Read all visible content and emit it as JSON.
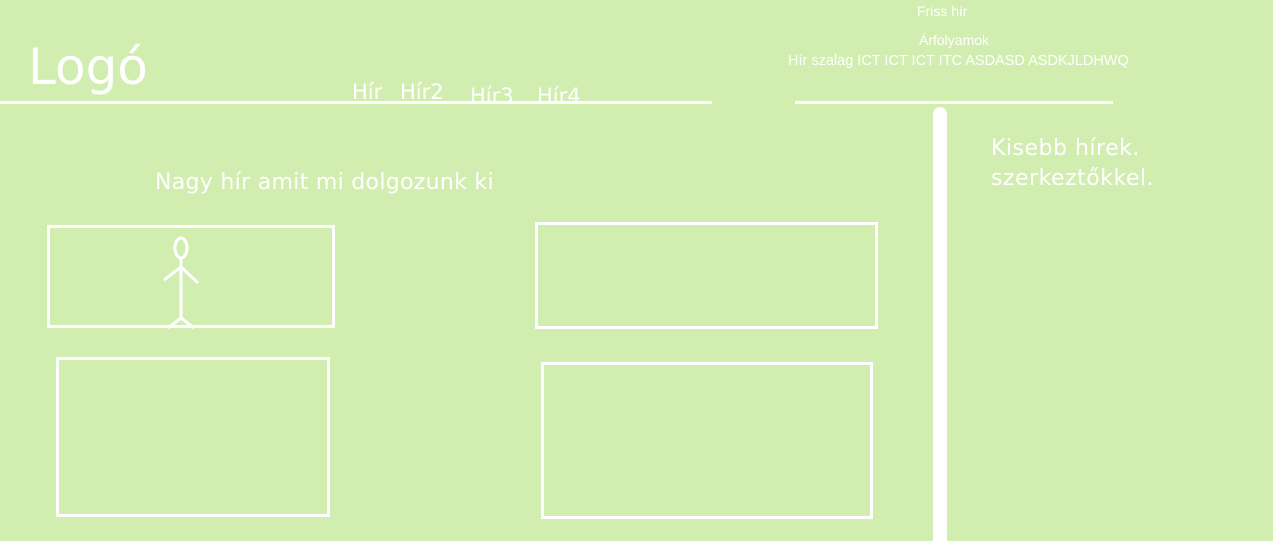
{
  "header": {
    "logo": "Logó",
    "nav": [
      "Hír",
      "Hír2",
      "Hír3",
      "Hír4"
    ],
    "friss_hir": "Friss hír",
    "arfolyamok": "Árfolyamok",
    "ticker": "Hír szalag  ICT ICT ICT ITC ASDASD  ASDKJLDHWQ"
  },
  "main": {
    "headline": "Nagy hír amit mi dolgozunk ki"
  },
  "sidebar": {
    "text": "Kisebb hírek. szerkeztőkkel."
  },
  "colors": {
    "background": "#d1edb0",
    "foreground": "#ffffff"
  }
}
